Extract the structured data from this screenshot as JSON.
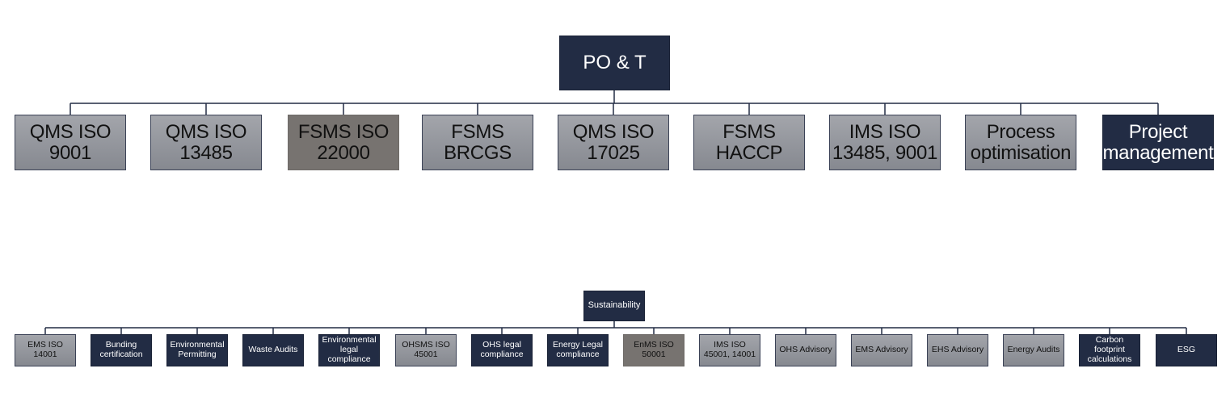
{
  "colors": {
    "navy": "#222c44",
    "gray": "#969aa0",
    "warm_gray": "#777370",
    "line": "#222c44"
  },
  "tree_top": {
    "root": {
      "label": "PO & T",
      "style": "navy"
    },
    "children": [
      {
        "label": "QMS ISO\n9001",
        "style": "gray"
      },
      {
        "label": "QMS ISO\n13485",
        "style": "gray"
      },
      {
        "label": "FSMS ISO\n22000",
        "style": "warm"
      },
      {
        "label": "FSMS\nBRCGS",
        "style": "gray"
      },
      {
        "label": "QMS ISO\n17025",
        "style": "gray"
      },
      {
        "label": "FSMS\nHACCP",
        "style": "gray"
      },
      {
        "label": "IMS ISO\n13485, 9001",
        "style": "gray"
      },
      {
        "label": "Process\noptimisation",
        "style": "gray"
      },
      {
        "label": "Project\nmanagement",
        "style": "navy"
      }
    ]
  },
  "tree_bottom": {
    "root": {
      "label": "Sustainability",
      "style": "navy"
    },
    "children": [
      {
        "label": "EMS ISO\n14001",
        "style": "gray"
      },
      {
        "label": "Bunding\ncertification",
        "style": "navy"
      },
      {
        "label": "Environmental\nPermitting",
        "style": "navy"
      },
      {
        "label": "Waste Audits",
        "style": "navy"
      },
      {
        "label": "Environmental\nlegal\ncompliance",
        "style": "navy"
      },
      {
        "label": "OHSMS ISO\n45001",
        "style": "gray"
      },
      {
        "label": "OHS legal\ncompliance",
        "style": "navy"
      },
      {
        "label": "Energy Legal\ncompliance",
        "style": "navy"
      },
      {
        "label": "EnMS ISO\n50001",
        "style": "warm"
      },
      {
        "label": "IMS ISO\n45001, 14001",
        "style": "gray"
      },
      {
        "label": "OHS Advisory",
        "style": "gray"
      },
      {
        "label": "EMS Advisory",
        "style": "gray"
      },
      {
        "label": "EHS Advisory",
        "style": "gray"
      },
      {
        "label": "Energy Audits",
        "style": "gray"
      },
      {
        "label": "Carbon\nfootprint\ncalculations",
        "style": "navy"
      },
      {
        "label": "ESG",
        "style": "navy"
      }
    ]
  }
}
